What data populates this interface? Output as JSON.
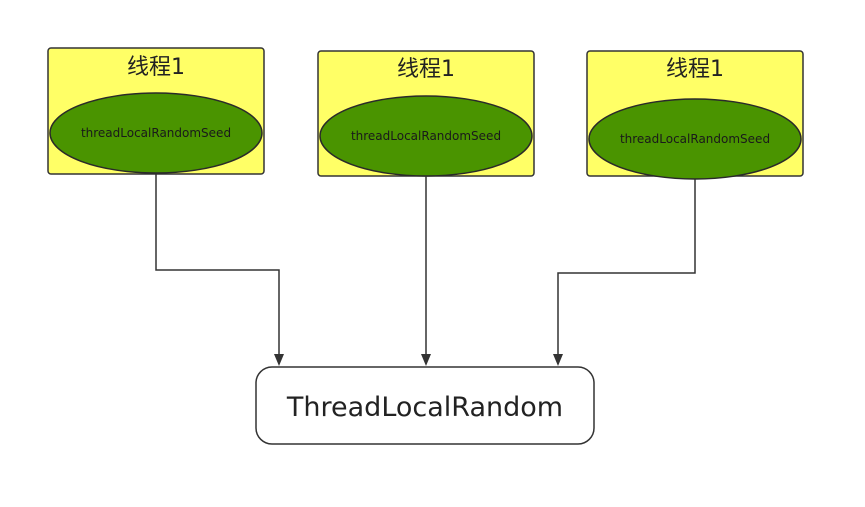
{
  "threads": [
    {
      "title": "线程1",
      "seed_label": "threadLocalRandomSeed"
    },
    {
      "title": "线程1",
      "seed_label": "threadLocalRandomSeed"
    },
    {
      "title": "线程1",
      "seed_label": "threadLocalRandomSeed"
    }
  ],
  "target": {
    "label": "ThreadLocalRandom"
  },
  "colors": {
    "thread_box_fill": "#ffff66",
    "seed_fill": "#4a9400",
    "stroke": "#333333",
    "target_fill": "#ffffff"
  }
}
